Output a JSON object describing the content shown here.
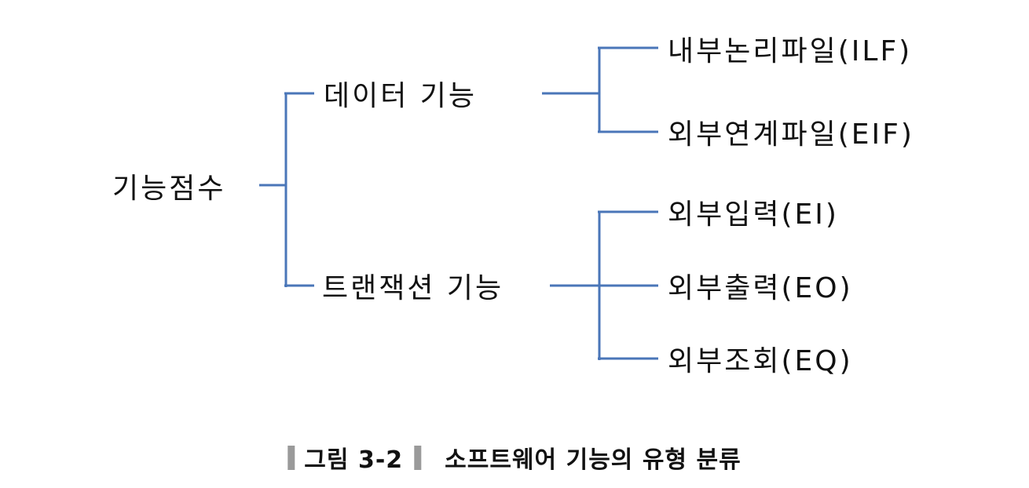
{
  "diagram": {
    "root": {
      "label": "기능점수"
    },
    "branches": [
      {
        "label": "데이터 기능",
        "children": [
          {
            "label": "내부논리파일(ILF)"
          },
          {
            "label": "외부연계파일(EIF)"
          }
        ]
      },
      {
        "label": "트랜잭션 기능",
        "children": [
          {
            "label": "외부입력(EI)"
          },
          {
            "label": "외부출력(EO)"
          },
          {
            "label": "외부조회(EQ)"
          }
        ]
      }
    ]
  },
  "caption": {
    "figure_label": "그림 3-2",
    "title": "소프트웨어 기능의 유형 분류"
  },
  "theme": {
    "line_color": "#4a76b8",
    "bar_color": "#9a9a9a",
    "text_color": "#111111",
    "bg_color": "#ffffff"
  }
}
